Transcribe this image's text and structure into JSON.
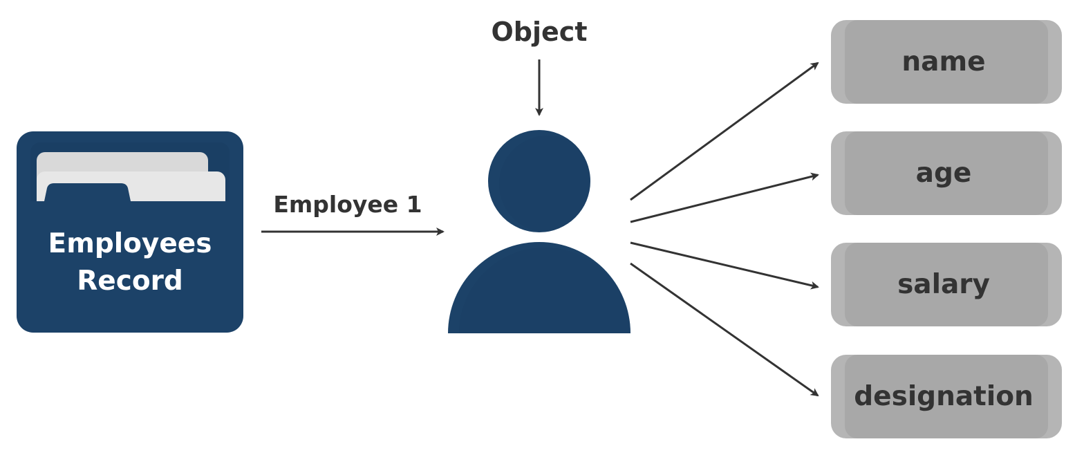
{
  "colors": {
    "navy": "#1c4268",
    "navy_shade": "#173a5e",
    "paper_back": "#d9d9d9",
    "paper_front": "#e7e7e7",
    "box_outer": "#b5b5b5",
    "box_inner": "#a8a8a8",
    "arrow": "#333333"
  },
  "icons": {
    "folder": "folder-icon",
    "person": "person-icon"
  },
  "folder": {
    "line1": "Employees",
    "line2": "Record"
  },
  "edge_label": "Employee 1",
  "object_label": "Object",
  "attributes": [
    {
      "label": "name"
    },
    {
      "label": "age"
    },
    {
      "label": "salary"
    },
    {
      "label": "designation"
    }
  ]
}
